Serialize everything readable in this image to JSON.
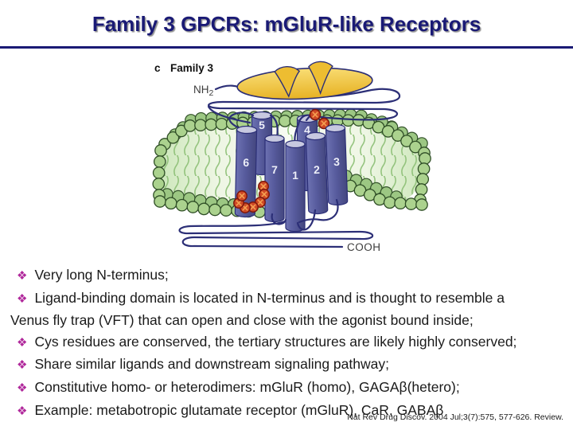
{
  "slide": {
    "title": "Family 3 GPCRs: mGluR-like Receptors",
    "bullet_glyph": "❖",
    "bullets": [
      "Very long N-terminus;",
      "Ligand-binding domain is located in N-terminus and is thought to resemble a Venus fly trap (VFT) that can open and close with the agonist bound inside;",
      "Cys residues are conserved, the tertiary structures are likely highly conserved;",
      "Share similar ligands and downstream signaling pathway;",
      "Constitutive homo- or heterodimers: mGluR (homo), GAGAβ(hetero);",
      "Example: metabotropic glutamate receptor (mGluR), CaR, GABAβ"
    ],
    "citation": "Nat Rev Drug Discov. 2004 Jul;3(7):575, 577-626. Review."
  },
  "diagram": {
    "panel_letter": "c",
    "panel_title": "Family 3",
    "nh2_base": "NH",
    "nh2_sub": "2",
    "cooh_label": "COOH",
    "helix_labels": [
      "1",
      "2",
      "3",
      "4",
      "5",
      "6",
      "7"
    ]
  },
  "colors": {
    "title_navy": "#1a1a75",
    "rule_navy": "#1a1a75",
    "bullet_magenta": "#b0289b",
    "text_black": "#1a1a1a",
    "outline_navy": "#2c2f77",
    "helix_body": "#575b9d",
    "helix_cap": "#c7c9e0",
    "membrane_head": "#abd28e",
    "membrane_head_outline": "#2f4e26",
    "membrane_tail": "#8cbf75",
    "flytrap_gold_light": "#f9dd74",
    "flytrap_gold": "#eab627",
    "bead_red": "#cf4a26",
    "bead_outline": "#7c170c",
    "bead_highlight": "#f5a352"
  }
}
